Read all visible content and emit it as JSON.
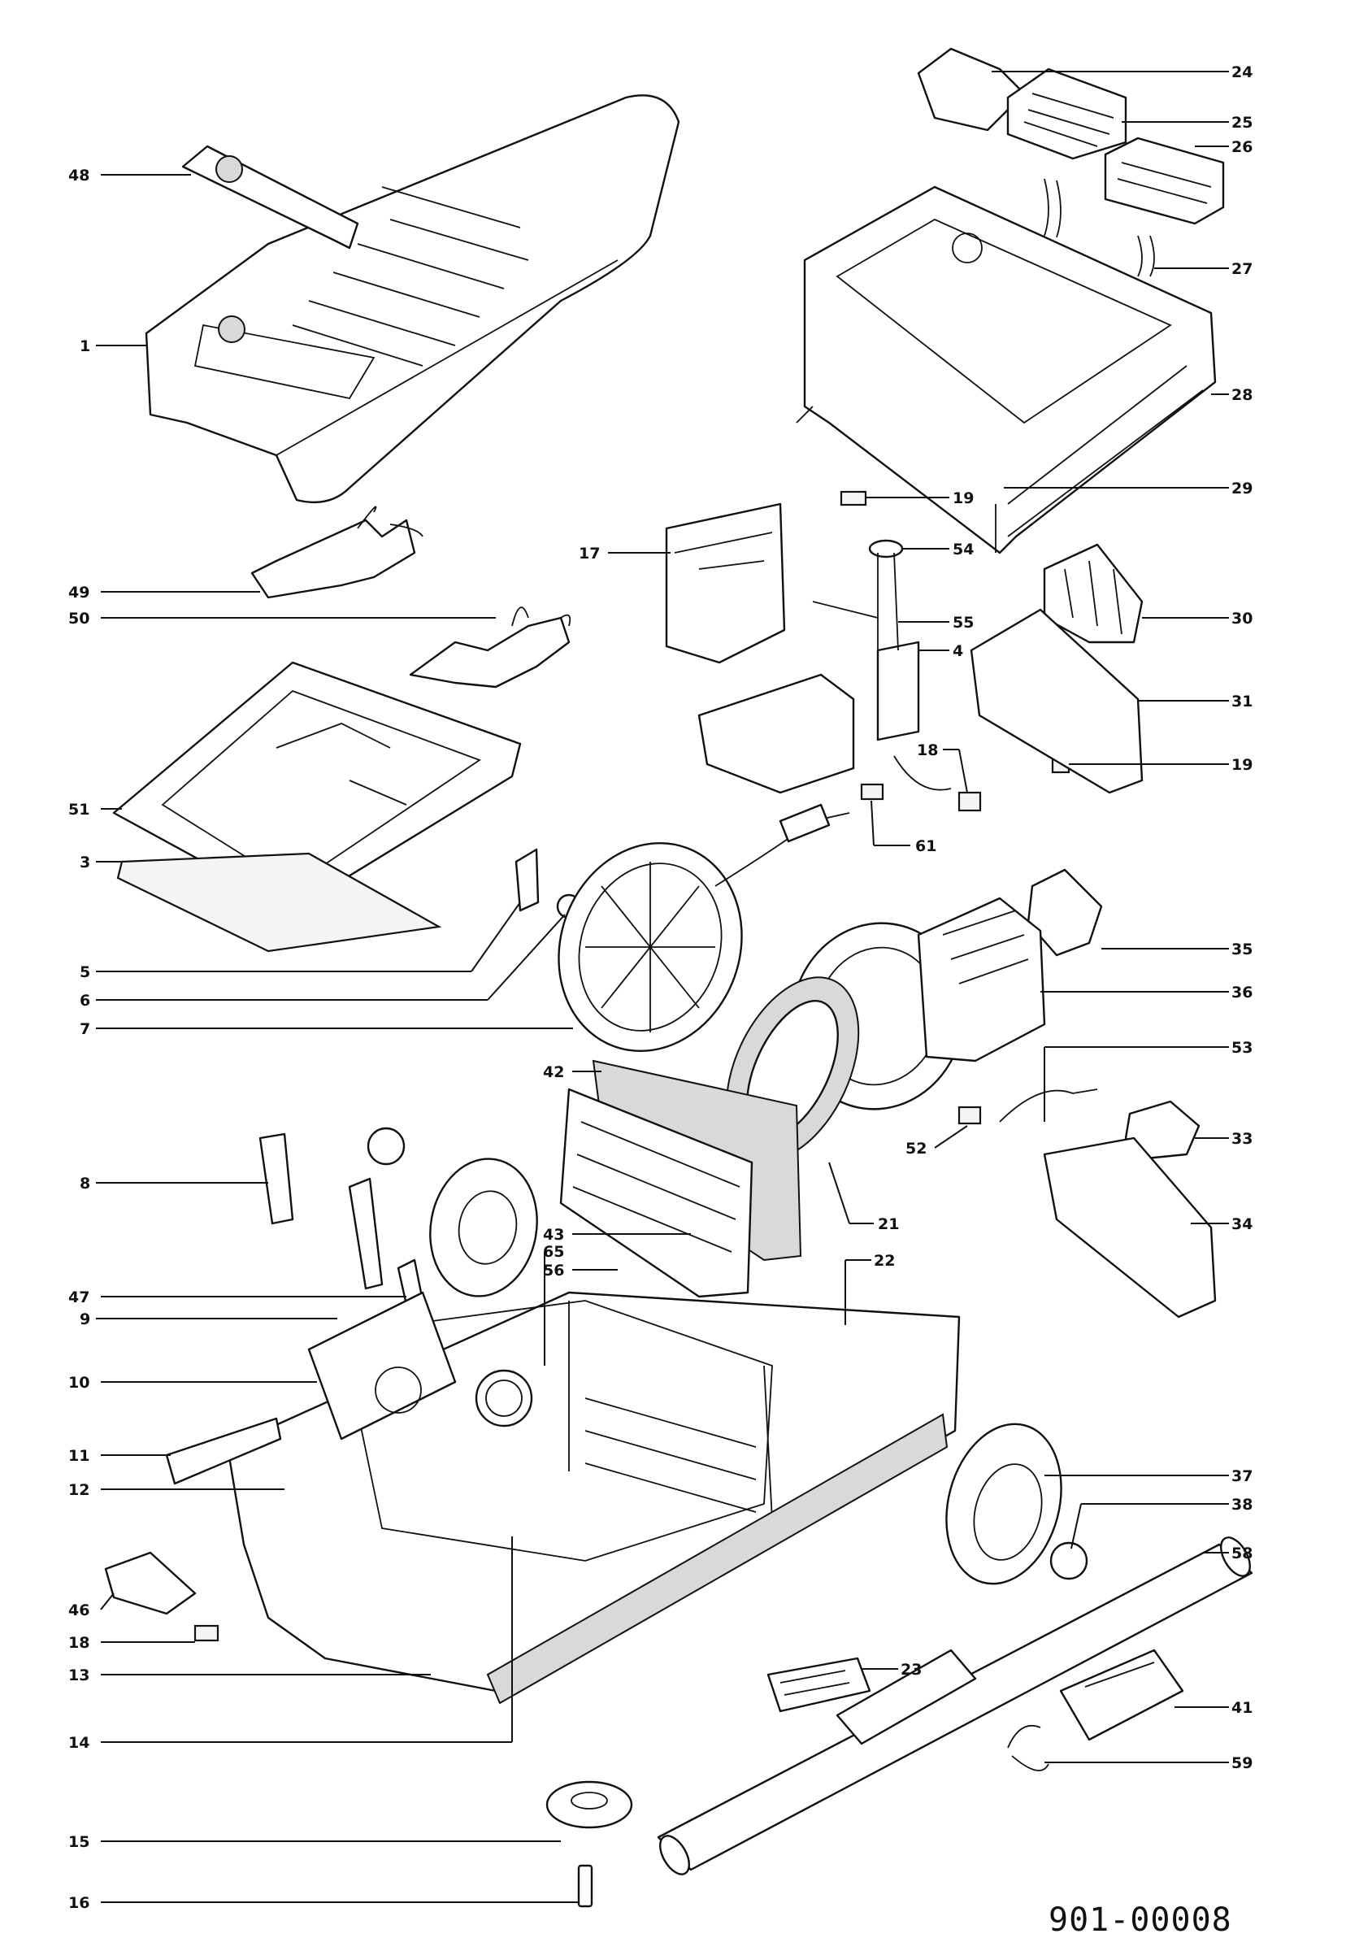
{
  "drawing_code": "901-00008",
  "callouts": [
    {
      "label": "48",
      "side": "left"
    },
    {
      "label": "1",
      "side": "left"
    },
    {
      "label": "49",
      "side": "left"
    },
    {
      "label": "50",
      "side": "left"
    },
    {
      "label": "51",
      "side": "left"
    },
    {
      "label": "3",
      "side": "left"
    },
    {
      "label": "5",
      "side": "left"
    },
    {
      "label": "6",
      "side": "left"
    },
    {
      "label": "7",
      "side": "left"
    },
    {
      "label": "42",
      "side": "left"
    },
    {
      "label": "8",
      "side": "left"
    },
    {
      "label": "43",
      "side": "left"
    },
    {
      "label": "65",
      "side": "left"
    },
    {
      "label": "56",
      "side": "left"
    },
    {
      "label": "47",
      "side": "left"
    },
    {
      "label": "9",
      "side": "left"
    },
    {
      "label": "10",
      "side": "left"
    },
    {
      "label": "11",
      "side": "left"
    },
    {
      "label": "12",
      "side": "left"
    },
    {
      "label": "46",
      "side": "left"
    },
    {
      "label": "18",
      "side": "left"
    },
    {
      "label": "13",
      "side": "left"
    },
    {
      "label": "14",
      "side": "left"
    },
    {
      "label": "15",
      "side": "left"
    },
    {
      "label": "16",
      "side": "left"
    },
    {
      "label": "17",
      "side": "left"
    },
    {
      "label": "52",
      "side": "left"
    },
    {
      "label": "24",
      "side": "right"
    },
    {
      "label": "25",
      "side": "right"
    },
    {
      "label": "26",
      "side": "right"
    },
    {
      "label": "27",
      "side": "right"
    },
    {
      "label": "28",
      "side": "right"
    },
    {
      "label": "29",
      "side": "right"
    },
    {
      "label": "19",
      "side": "right"
    },
    {
      "label": "54",
      "side": "right"
    },
    {
      "label": "55",
      "side": "right"
    },
    {
      "label": "4",
      "side": "right"
    },
    {
      "label": "30",
      "side": "right"
    },
    {
      "label": "31",
      "side": "right"
    },
    {
      "label": "18",
      "side": "right"
    },
    {
      "label": "19",
      "side": "right"
    },
    {
      "label": "61",
      "side": "right"
    },
    {
      "label": "35",
      "side": "right"
    },
    {
      "label": "36",
      "side": "right"
    },
    {
      "label": "53",
      "side": "right"
    },
    {
      "label": "33",
      "side": "right"
    },
    {
      "label": "21",
      "side": "right"
    },
    {
      "label": "34",
      "side": "right"
    },
    {
      "label": "22",
      "side": "right"
    },
    {
      "label": "37",
      "side": "right"
    },
    {
      "label": "38",
      "side": "right"
    },
    {
      "label": "58",
      "side": "right"
    },
    {
      "label": "23",
      "side": "right"
    },
    {
      "label": "41",
      "side": "right"
    },
    {
      "label": "59",
      "side": "right"
    }
  ]
}
